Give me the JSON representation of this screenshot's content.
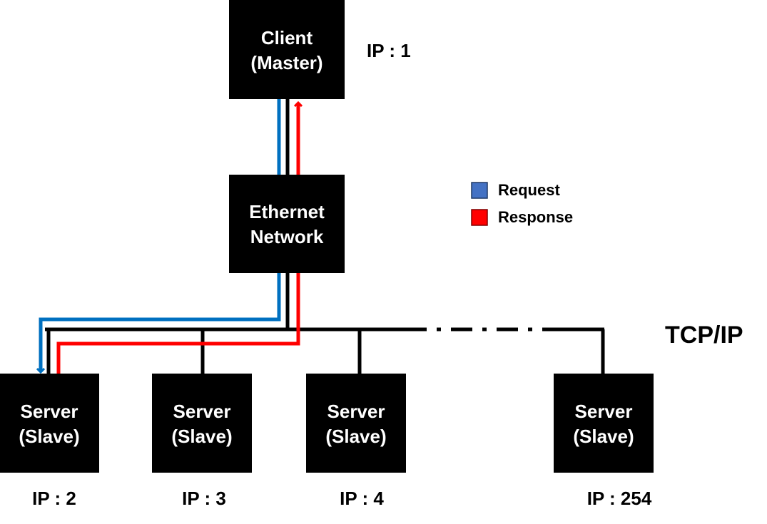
{
  "colors": {
    "request": "#0070C0",
    "response": "#FF0000",
    "legend_request_fill": "#4472C4",
    "legend_response_fill": "#FF0000",
    "box": "#000000",
    "box_text": "#FFFFFF",
    "line": "#000000"
  },
  "client": {
    "line1": "Client",
    "line2": "(Master)",
    "ip": "IP : 1"
  },
  "network": {
    "line1": "Ethernet",
    "line2": "Network"
  },
  "protocol": "TCP/IP",
  "legend": {
    "request": "Request",
    "response": "Response"
  },
  "servers": [
    {
      "line1": "Server",
      "line2": "(Slave)",
      "ip": "IP : 2"
    },
    {
      "line1": "Server",
      "line2": "(Slave)",
      "ip": "IP : 3"
    },
    {
      "line1": "Server",
      "line2": "(Slave)",
      "ip": "IP : 4"
    },
    {
      "line1": "Server",
      "line2": "(Slave)",
      "ip": "IP : 254"
    }
  ]
}
